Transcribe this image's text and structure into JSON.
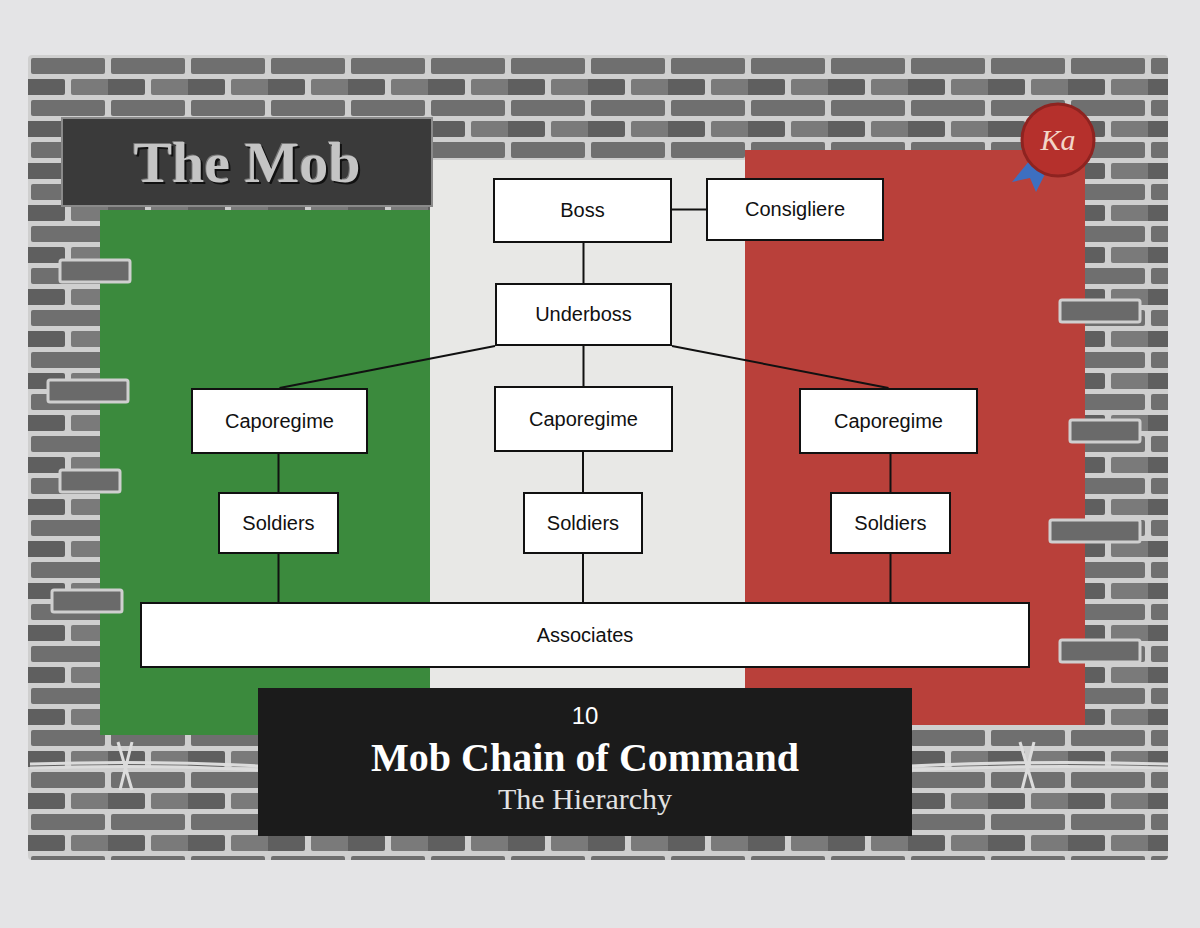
{
  "diagram": {
    "title": "Mob Chain of Command",
    "caption": "The Hierarchy",
    "nodes": [
      {
        "text": [
          "Boss"
        ]
      },
      {
        "text": [
          "Consigliere"
        ]
      },
      {
        "text": [
          "Underboss"
        ]
      },
      {
        "text": [
          "Caporegime"
        ]
      },
      {
        "text": [
          "Caporegime"
        ]
      },
      {
        "text": [
          "Caporegime"
        ]
      },
      {
        "text": [
          "Soldiers"
        ]
      },
      {
        "text": [
          "Soldiers"
        ]
      },
      {
        "text": [
          "Soldiers"
        ]
      },
      {
        "text": [
          "Associates"
        ]
      }
    ],
    "edges": [
      {
        "from": 0,
        "to": 1,
        "arrow": "none"
      },
      {
        "from": 0,
        "to": 2,
        "arrow": "none"
      },
      {
        "from": 2,
        "to": 3,
        "arrow": "none"
      },
      {
        "from": 2,
        "to": 4,
        "arrow": "none"
      },
      {
        "from": 2,
        "to": 5,
        "arrow": "none"
      },
      {
        "from": 3,
        "to": 6,
        "arrow": "none"
      },
      {
        "from": 4,
        "to": 7,
        "arrow": "none"
      },
      {
        "from": 5,
        "to": 8,
        "arrow": "none"
      },
      {
        "from": 6,
        "to": 9,
        "arrow": "none"
      },
      {
        "from": 7,
        "to": 9,
        "arrow": "none"
      },
      {
        "from": 8,
        "to": 9,
        "arrow": "none"
      }
    ],
    "labels": [
      "The Mob",
      "Ka",
      "10"
    ]
  }
}
